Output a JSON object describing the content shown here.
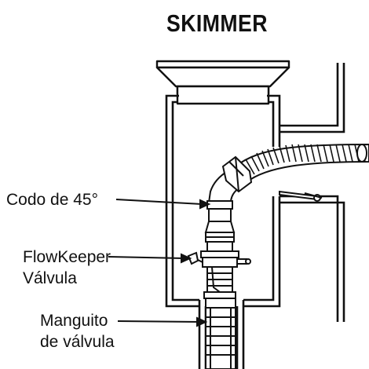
{
  "title": "SKIMMER",
  "labels": {
    "elbow": "Codo de 45°",
    "valve_line1": "FlowKeeper",
    "valve_line2": "Válvula",
    "sleeve_line1": "Manguito",
    "sleeve_line2": "de válvula"
  },
  "colors": {
    "ink": "#111111",
    "background": "#ffffff",
    "fill_light": "#f3f3f3"
  }
}
